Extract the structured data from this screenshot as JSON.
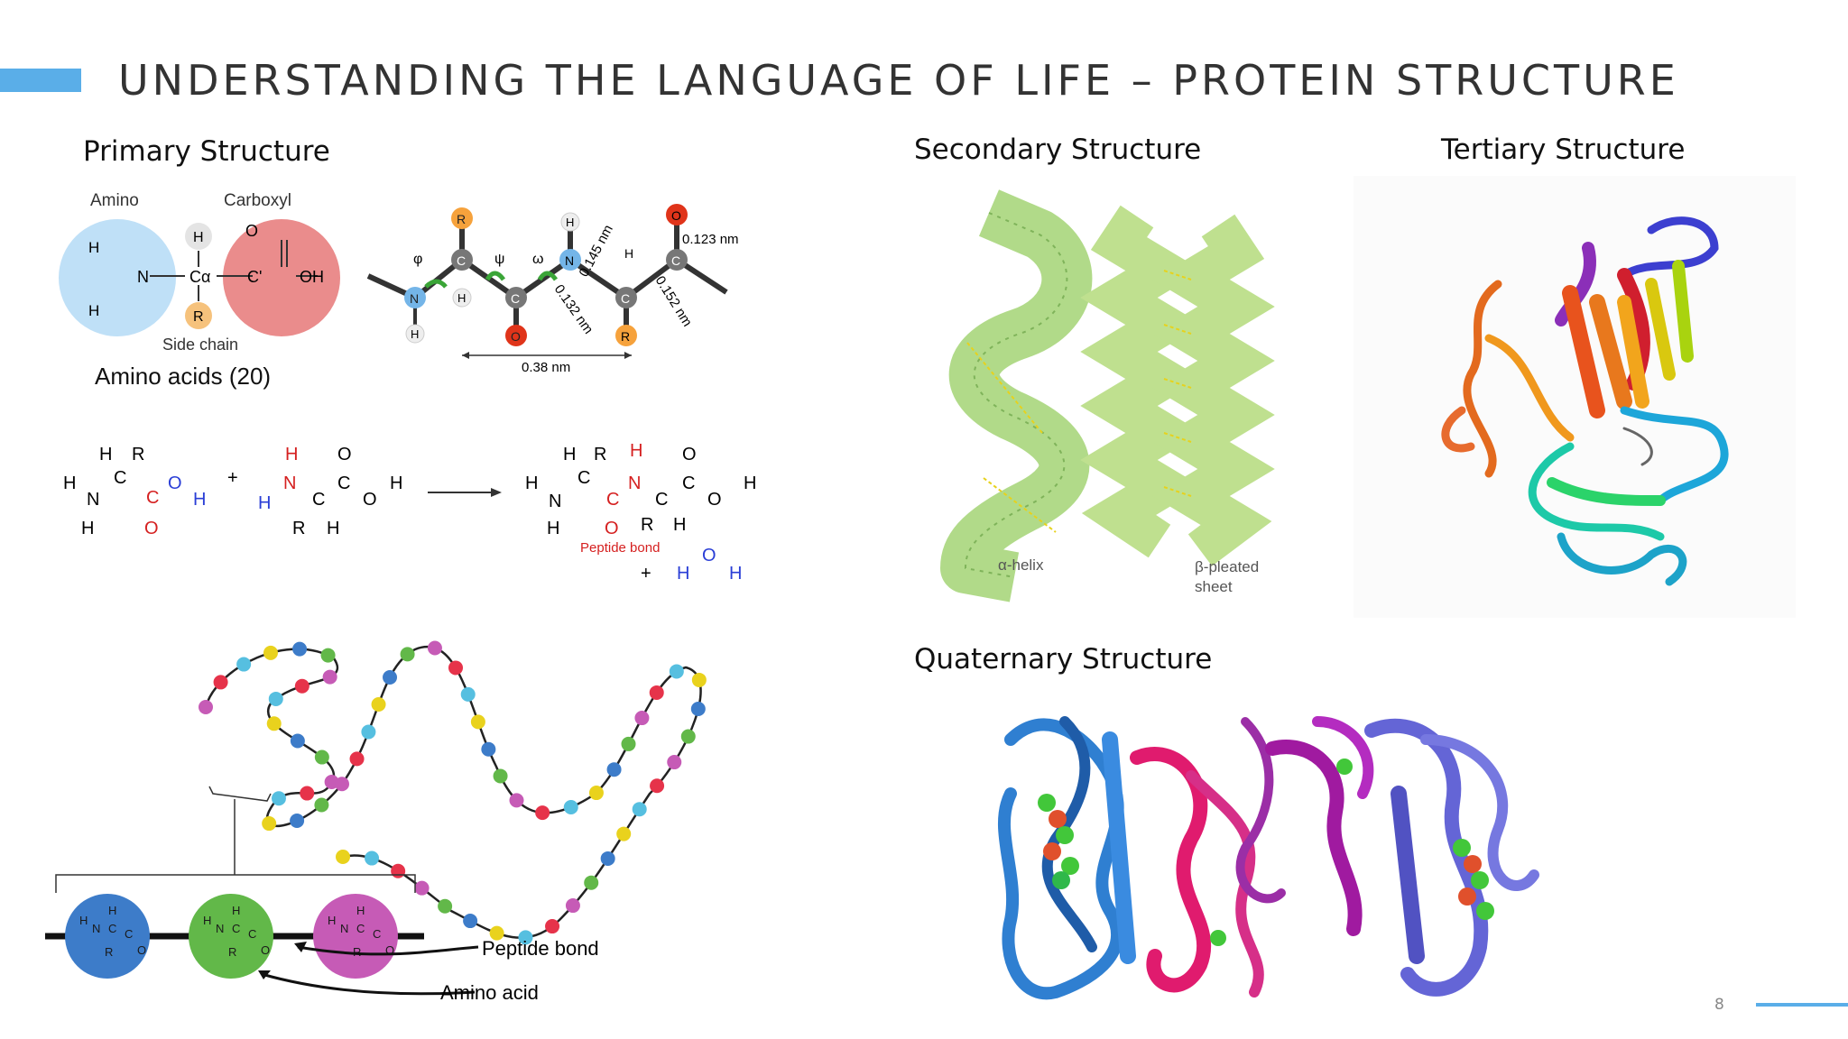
{
  "header": {
    "title": "UNDERSTANDING THE LANGUAGE OF LIFE – PROTEIN STRUCTURE",
    "page_number": "8"
  },
  "colors": {
    "accent": "#5aaee8",
    "amino": "#bfe0f7",
    "carboxyl": "#ea8c8c",
    "side_chain": "#f6c27c",
    "helix": "#bfe08f"
  },
  "primary": {
    "heading": "Primary Structure",
    "amino_acid": {
      "amino_label": "Amino",
      "carboxyl_label": "Carboxyl",
      "side_chain_label": "Side chain",
      "H": "H",
      "N": "N",
      "Ca": "Cα",
      "C_prime": "C'",
      "O": "O",
      "OH": "OH",
      "R": "R",
      "caption": "Amino acids (20)"
    },
    "backbone": {
      "phi": "φ",
      "psi": "ψ",
      "omega": "ω",
      "C": "C",
      "N": "N",
      "O": "O",
      "H": "H",
      "R": "R",
      "d1": "0.123 nm",
      "d2": "0.145 nm",
      "d3": "0.132 nm",
      "d4": "0.152 nm",
      "span": "0.38 nm"
    },
    "reaction": {
      "H": "H",
      "R": "R",
      "N": "N",
      "C": "C",
      "O": "O",
      "plus": "+",
      "peptide_bond": "Peptide bond"
    },
    "chain": {
      "peptide_bond": "Peptide bond",
      "amino_acid": "Amino acid",
      "H": "H",
      "N": "N",
      "C": "C",
      "R": "R",
      "O": "O"
    }
  },
  "secondary": {
    "heading": "Secondary Structure",
    "alpha_helix": "α-helix",
    "beta_sheet_1": "β-pleated",
    "beta_sheet_2": "sheet"
  },
  "tertiary": {
    "heading": "Tertiary Structure"
  },
  "quaternary": {
    "heading": "Quaternary Structure"
  }
}
